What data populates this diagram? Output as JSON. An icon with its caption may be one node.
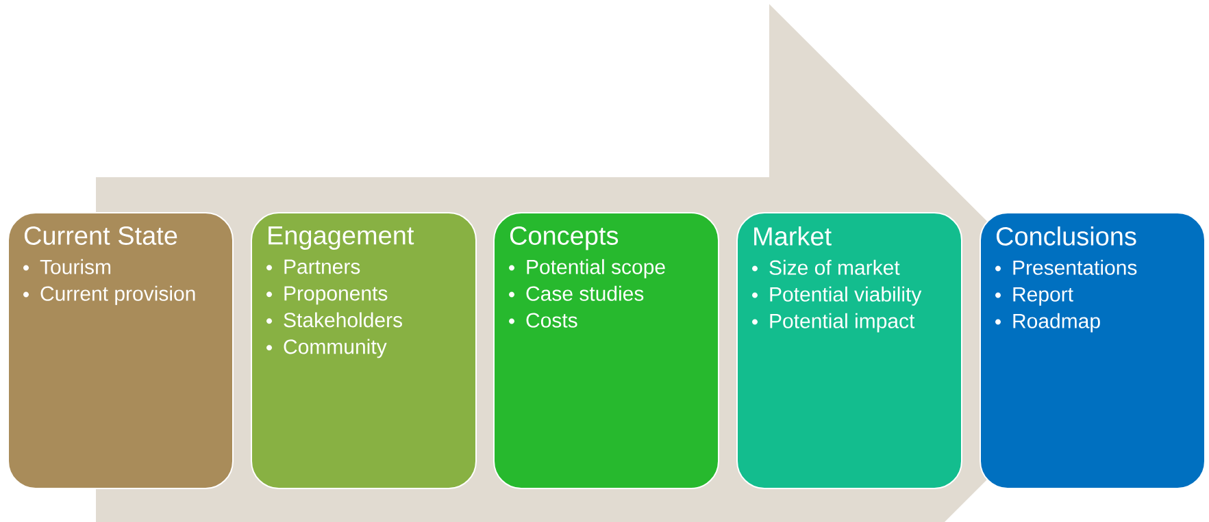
{
  "diagram": {
    "nodes": [
      {
        "text": [
          "Current State",
          "Tourism",
          "Current provision"
        ]
      },
      {
        "text": [
          "Engagement",
          "Partners",
          "Proponents",
          "Stakeholders",
          "Community"
        ]
      },
      {
        "text": [
          "Concepts",
          "Potential scope",
          "Case studies",
          "Costs"
        ]
      },
      {
        "text": [
          "Market",
          "Size of market",
          "Potential viability",
          "Potential impact"
        ]
      },
      {
        "text": [
          "Conclusions",
          "Presentations",
          "Report",
          "Roadmap"
        ]
      }
    ]
  }
}
